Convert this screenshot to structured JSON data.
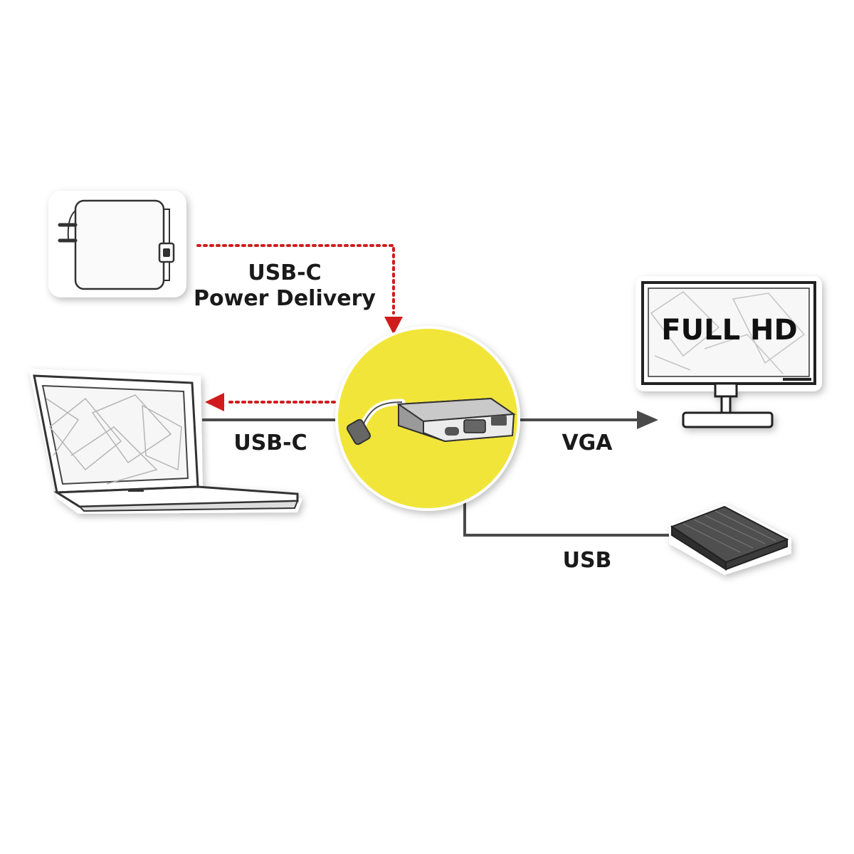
{
  "labels": {
    "power_delivery_line1": "USB-C",
    "power_delivery_line2": "Power Delivery",
    "laptop_connection": "USB-C",
    "monitor_connection": "VGA",
    "storage_connection": "USB",
    "monitor_screen_text": "FULL HD"
  },
  "colors": {
    "hub_circle": "#f2e53a",
    "power_arrow": "#d01c1c",
    "line": "#4a4a4a"
  },
  "icons": [
    "power-adapter-icon",
    "laptop-icon",
    "usb-c-hub-icon",
    "monitor-icon",
    "external-drive-icon"
  ]
}
